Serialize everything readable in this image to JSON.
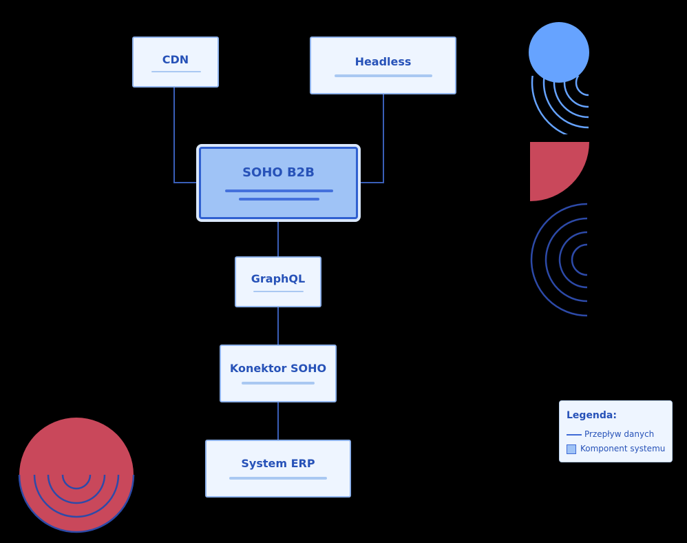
{
  "nodes": {
    "cdn": {
      "label": "CDN"
    },
    "headless": {
      "label": "Headless"
    },
    "soho_b2b": {
      "label": "SOHO B2B"
    },
    "graphql": {
      "label": "GraphQL"
    },
    "konektor": {
      "label": "Konektor SOHO"
    },
    "erp": {
      "label": "System ERP"
    }
  },
  "legend": {
    "title": "Legenda:",
    "flow": "Przepływ danych",
    "component": "Komponent systemu"
  },
  "colors": {
    "background": "#000000",
    "node_fill": "#eef5ff",
    "main_fill": "#9fc3f6",
    "text": "#2752b8",
    "connector": "#3a5fb8",
    "accent_blue": "#66a3ff",
    "accent_red": "#c9485b",
    "arc_dark": "#2d4aa8"
  }
}
